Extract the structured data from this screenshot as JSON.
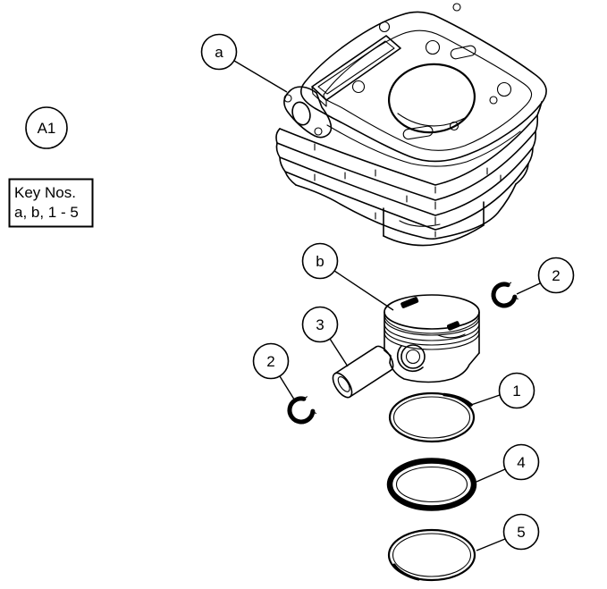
{
  "colors": {
    "background": "#ffffff",
    "line": "#000000"
  },
  "reference_bubble": {
    "label": "A1"
  },
  "key_box": {
    "line1": "Key Nos.",
    "line2": "a, b, 1 - 5"
  },
  "callouts": {
    "a": {
      "label": "a"
    },
    "b": {
      "label": "b"
    },
    "one": {
      "label": "1"
    },
    "two_left": {
      "label": "2"
    },
    "two_right": {
      "label": "2"
    },
    "three": {
      "label": "3"
    },
    "four": {
      "label": "4"
    },
    "five": {
      "label": "5"
    }
  }
}
